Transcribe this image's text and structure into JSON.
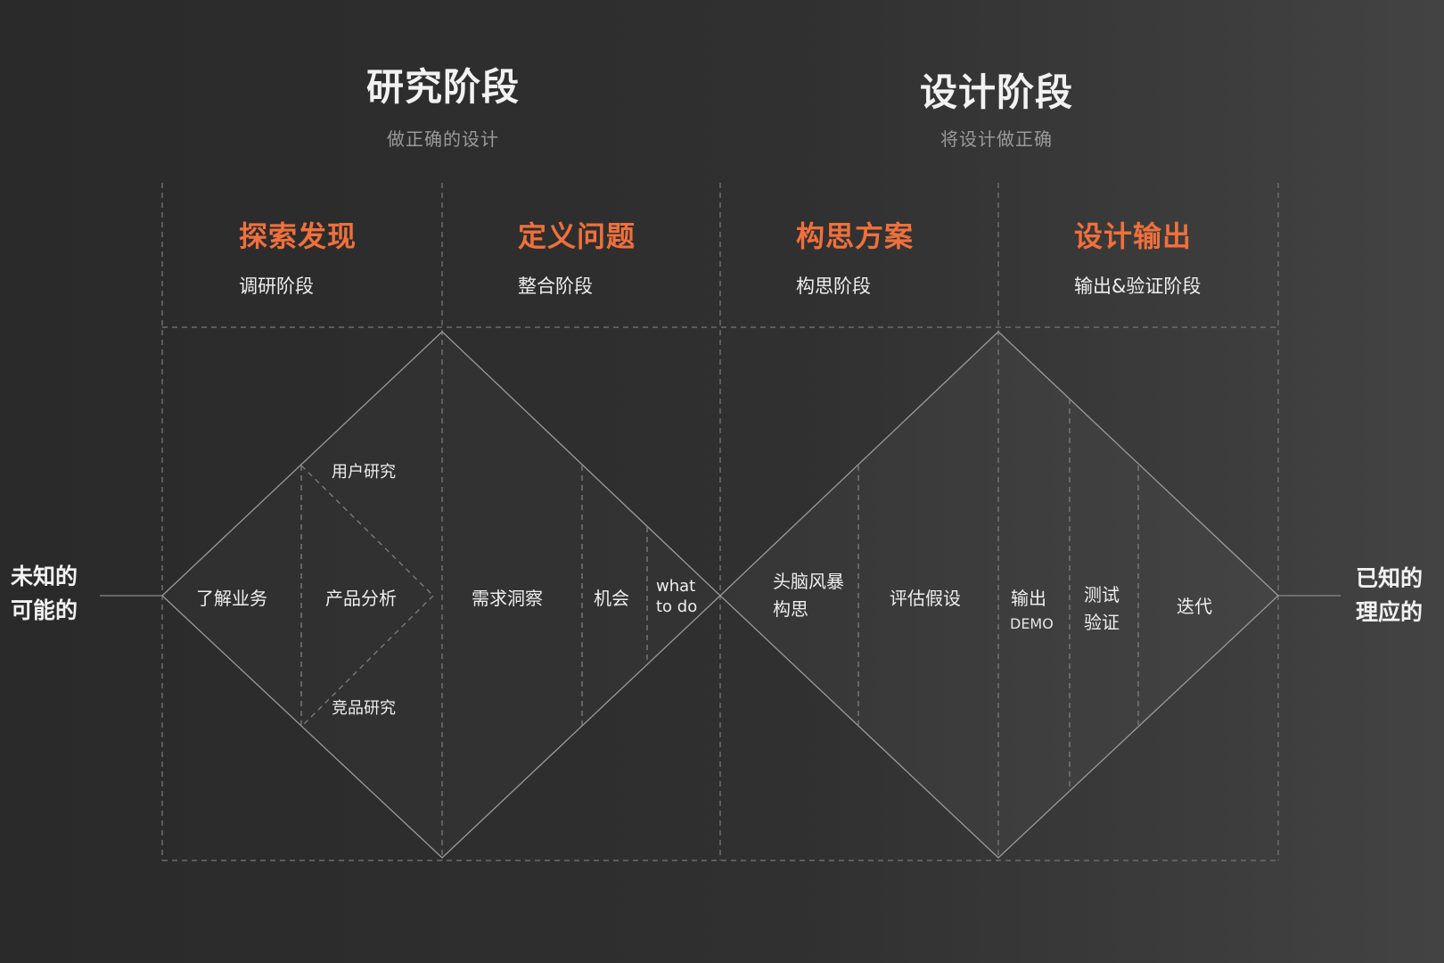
{
  "stages": {
    "research": {
      "title": "研究阶段",
      "subtitle": "做正确的设计"
    },
    "design": {
      "title": "设计阶段",
      "subtitle": "将设计做正确"
    }
  },
  "phases": [
    {
      "title": "探索发现",
      "subtitle": "调研阶段"
    },
    {
      "title": "定义问题",
      "subtitle": "整合阶段"
    },
    {
      "title": "构思方案",
      "subtitle": "构思阶段"
    },
    {
      "title": "设计输出",
      "subtitle": "输出&验证阶段"
    }
  ],
  "sides": {
    "left": [
      "未知的",
      "可能的"
    ],
    "right": [
      "已知的",
      "理应的"
    ]
  },
  "diamond1": {
    "understand_business": "了解业务",
    "user_research": "用户研究",
    "product_analysis": "产品分析",
    "competitor_research": "竞品研究",
    "needs_insight": "需求洞察",
    "opportunity": "机会",
    "what_to_do": [
      "what",
      "to do"
    ]
  },
  "diamond2": {
    "brainstorm": [
      "头脑风暴",
      "构思"
    ],
    "evaluate": "评估假设",
    "output": "输出",
    "demo": "DEMO",
    "test": [
      "测试",
      "验证"
    ],
    "iterate": "迭代"
  },
  "colors": {
    "accent": "#f0703c",
    "line": "#8f8f8f",
    "dash": "#6a6a6a",
    "background": "#2e2e2e"
  }
}
